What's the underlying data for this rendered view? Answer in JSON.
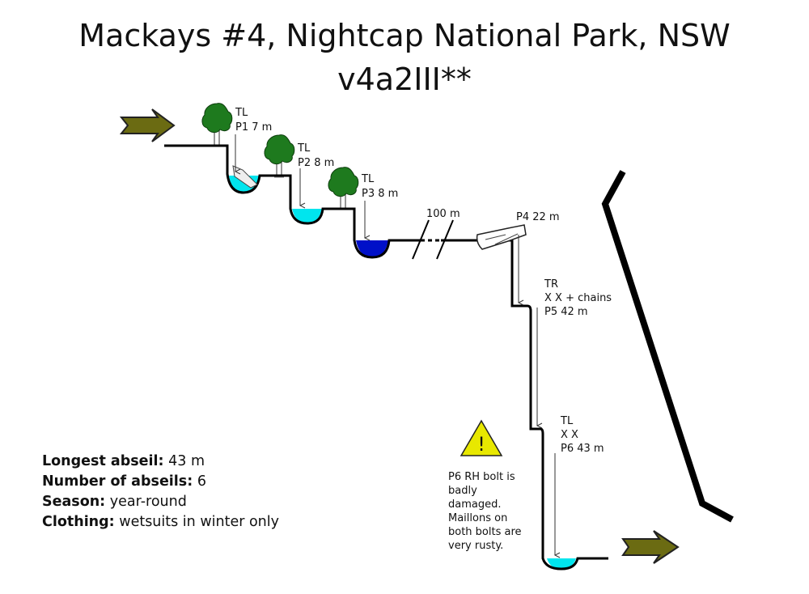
{
  "title": {
    "line1": "Mackays #4, Nightcap National Park, NSW",
    "line2": "v4a2III**"
  },
  "abseils": {
    "p1": {
      "anchor": "TL",
      "label": "P1 7 m"
    },
    "p2": {
      "anchor": "TL",
      "label": "P2 8 m"
    },
    "p3": {
      "anchor": "TL",
      "label": "P3 8 m"
    },
    "p4": {
      "label": "P4 22 m"
    },
    "p5": {
      "anchor": "TR",
      "bolts": "X X + chains",
      "label": "P5 42 m"
    },
    "p6": {
      "anchor": "TL",
      "bolts": "X X",
      "label": "P6 43 m"
    }
  },
  "walk_distance": "100 m",
  "warning": {
    "icon": "!",
    "lines": [
      "P6 RH bolt is",
      "badly",
      "damaged.",
      "Maillons on",
      "both bolts are",
      "very rusty."
    ]
  },
  "stats": [
    {
      "label": "Longest abseil:",
      "value": "43 m"
    },
    {
      "label": "Number of abseils:",
      "value": "6"
    },
    {
      "label": "Season:",
      "value": "year-round"
    },
    {
      "label": "Clothing:",
      "value": "wetsuits in winter only"
    }
  ],
  "colors": {
    "arrow": "#6b6b12",
    "tree": "#1e7a1e",
    "pool_light": "#00e5ee",
    "pool_dark": "#0010c8",
    "warning": "#e8e800"
  }
}
